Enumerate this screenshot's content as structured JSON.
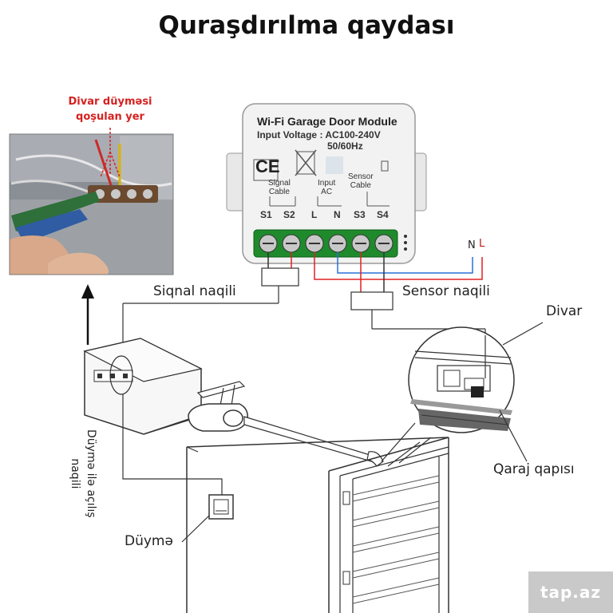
{
  "title": "Quraşdırılma qaydası",
  "photo_label": {
    "line1": "Divar düyməsi",
    "line2": "qoşulan yer"
  },
  "module": {
    "name": "Wi-Fi Garage Door Module",
    "voltage": "Input Voltage : AC100-240V",
    "frequency": "50/60Hz",
    "ce_mark": "CE",
    "signal_cable": {
      "line1": "Signal",
      "line2": "Cable"
    },
    "input_ac": {
      "line1": "Input",
      "line2": "AC"
    },
    "sensor_cable": {
      "line1": "Sensor",
      "line2": "Cable"
    },
    "terminals": [
      "S1",
      "S2",
      "L",
      "N",
      "S3",
      "S4"
    ]
  },
  "nl": {
    "n": "N",
    "l": "L"
  },
  "labels": {
    "signal_wire": "Siqnal naqili",
    "sensor_wire": "Sensor naqili",
    "wall": "Divar",
    "garage_door": "Qaraj qapısı",
    "button_wire_line1": "Düymə ilə açılış",
    "button_wire_line2": "naqili",
    "button": "Düymə"
  },
  "watermark": "tap.az",
  "colors": {
    "live_wire": "#e02020",
    "neutral_wire": "#2a70d8",
    "terminal_block": "#1f8a2c",
    "photo_label": "#d62020"
  }
}
